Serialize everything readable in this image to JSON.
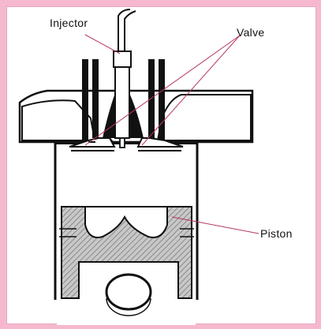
{
  "labels": {
    "injector": "Injector",
    "valve": "Valve",
    "piston": "Piston"
  },
  "colors": {
    "border": "#f6b8cf",
    "ink": "#111111",
    "pointer_lines": "#b5395f",
    "piston_hatch": "#8c8c8c"
  }
}
